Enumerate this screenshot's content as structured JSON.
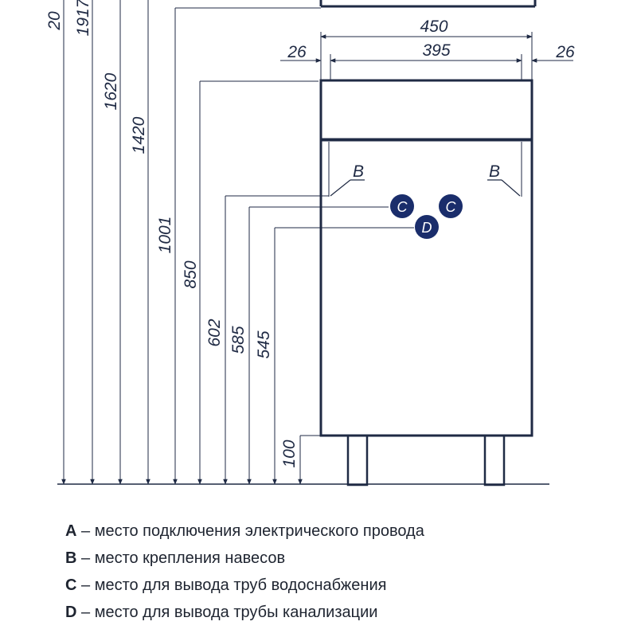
{
  "dimensions": {
    "heights": [
      "20",
      "1917",
      "1620",
      "1420",
      "1001",
      "850",
      "602",
      "585",
      "545",
      "100"
    ],
    "widths": {
      "total": "450",
      "inner": "395",
      "left_gap": "26",
      "right_gap": "26"
    }
  },
  "markers": {
    "b": "B",
    "c": "C",
    "d": "D"
  },
  "legend": [
    {
      "key": "A",
      "text": "– место подключения электрического провода"
    },
    {
      "key": "B",
      "text": "– место крепления навесов"
    },
    {
      "key": "C",
      "text": "– место для вывода труб водоснабжения"
    },
    {
      "key": "D",
      "text": "– место для вывода трубы канализации"
    }
  ],
  "colors": {
    "line": "#1f2a44",
    "marker_fill": "#1a2d6b",
    "marker_text": "#ffffff"
  }
}
